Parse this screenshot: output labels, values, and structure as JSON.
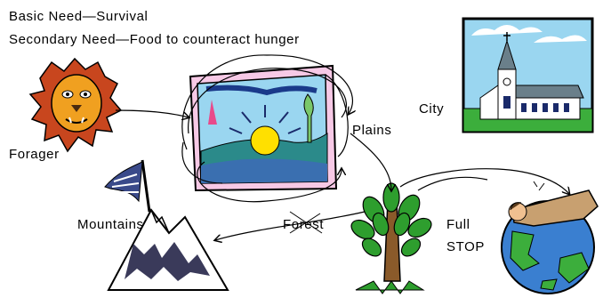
{
  "header": {
    "line1": "Basic Need—Survival",
    "line2": "Secondary Need—Food to counteract hunger"
  },
  "labels": {
    "forager": "Forager",
    "plains": "Plains",
    "city": "City",
    "mountains": "Mountains",
    "forest": "Forest",
    "full": "Full",
    "stop": "STOP"
  },
  "icons": [
    "lion-icon",
    "sunrise-landscape-icon",
    "church-icon",
    "mountain-flag-icon",
    "tree-icon",
    "sleeping-man-globe-icon"
  ],
  "colors": {
    "lion_mane": "#c8461e",
    "lion_face": "#f0a020",
    "sky": "#9ad6f0",
    "sun": "#ffe000",
    "tree_leaf": "#2e9e2e",
    "globe_water": "#3a7fd0",
    "globe_land": "#3cae3c"
  }
}
